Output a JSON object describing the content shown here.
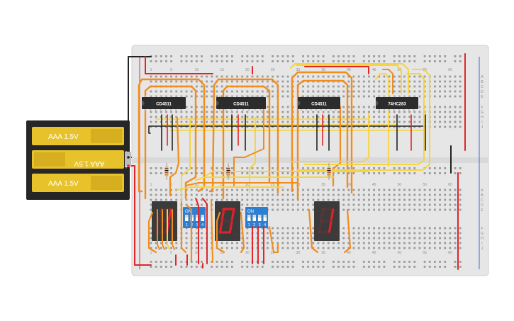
{
  "battery": {
    "cells": [
      {
        "label": "AAA 1.5V",
        "flipped": false
      },
      {
        "label": "AAA 1.5V",
        "flipped": true
      },
      {
        "label": "AAA 1.5V",
        "flipped": false
      }
    ],
    "terminal_pos": "+",
    "terminal_neg": "-"
  },
  "chips": [
    {
      "label": "CD4511"
    },
    {
      "label": "CD4511"
    },
    {
      "label": "CD4511"
    },
    {
      "label": "74HC283"
    }
  ],
  "dip_switches": [
    {
      "on_label": "ON",
      "pins": [
        "1",
        "2",
        "3",
        "4"
      ]
    },
    {
      "on_label": "ON",
      "pins": [
        "1",
        "2",
        "3",
        "4"
      ]
    }
  ],
  "displays": [
    {
      "digit": "1"
    },
    {
      "digit": "0"
    },
    {
      "digit": "1"
    }
  ],
  "breadboard": {
    "col_numbers_top": [
      "1",
      "5",
      "10",
      "15",
      "20",
      "25",
      "30",
      "35",
      "40",
      "45",
      "50",
      "55",
      "60"
    ],
    "col_numbers_bottom": [
      "1",
      "5",
      "10",
      "15",
      "20",
      "25",
      "30",
      "35",
      "40",
      "45",
      "50",
      "55",
      "60"
    ],
    "row_letters_top": [
      "A",
      "B",
      "C",
      "D",
      "E"
    ],
    "row_letters_bottom": [
      "F",
      "G",
      "H",
      "I",
      "J"
    ],
    "row_letters_top2": [
      "A",
      "B",
      "C",
      "D",
      "E"
    ],
    "row_letters_bottom2": [
      "F",
      "G",
      "H",
      "I",
      "J"
    ]
  },
  "colors": {
    "wire_orange": "#f28c1c",
    "wire_yellow": "#f5d442",
    "wire_red": "#e0262b",
    "wire_black": "#222222",
    "board": "#e6e6e6",
    "chip": "#2c2c2c",
    "dip": "#2f7fd1",
    "display_body": "#3b3b3b",
    "segment_on": "#e0212b",
    "segment_off": "#8a2f30",
    "battery_case": "#262626",
    "battery_cell": "#e8c22b"
  }
}
